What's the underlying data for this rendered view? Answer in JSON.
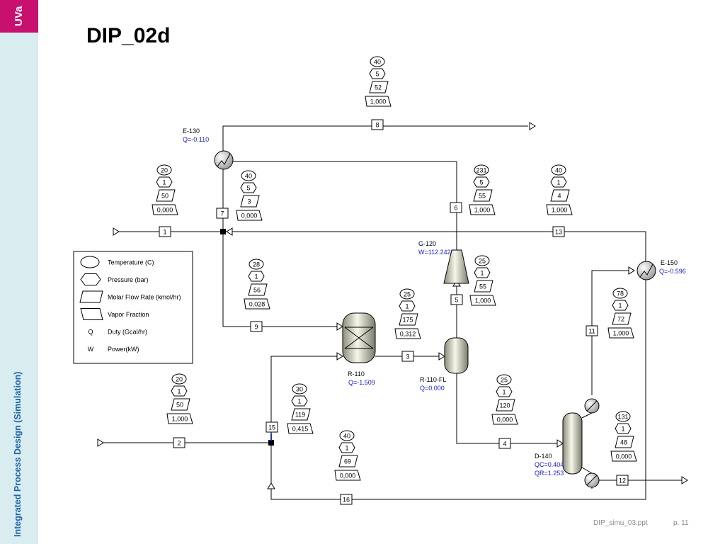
{
  "page": {
    "title": "DIP_02d",
    "sidebar_text": "Integrated Process Design (Simulation)",
    "logo": "UVa",
    "footer_file": "DIP_simu_03.ppt",
    "footer_page": "p. 11"
  },
  "legend": [
    {
      "symbol": "",
      "label": "Temperature (C)"
    },
    {
      "symbol": "",
      "label": "Pressure (bar)"
    },
    {
      "symbol": "",
      "label": "Molar Flow Rate (kmol/hr)"
    },
    {
      "symbol": "",
      "label": "Vapor Fraction"
    },
    {
      "symbol": "Q",
      "label": "Duty (Gcal/hr)"
    },
    {
      "symbol": "W",
      "label": "Power(kW)"
    }
  ],
  "units": [
    {
      "id": "E-130",
      "lines": [
        "Q=-0.110"
      ]
    },
    {
      "id": "G-120",
      "lines": [
        "W=112.242"
      ]
    },
    {
      "id": "R-110",
      "lines": [
        "Q=-1.509"
      ]
    },
    {
      "id": "R-110-FL",
      "lines": [
        "Q=0.000"
      ]
    },
    {
      "id": "E-150",
      "lines": [
        "Q=-0.596"
      ]
    },
    {
      "id": "D-140",
      "lines": [
        "QC=0.404",
        "QR=1.253"
      ]
    }
  ],
  "streams": [
    {
      "id": "1",
      "T": "20",
      "P": "1",
      "F": "50",
      "V": "0,000"
    },
    {
      "id": "2",
      "T": "20",
      "P": "1",
      "F": "50",
      "V": "1,000"
    },
    {
      "id": "3",
      "T": "25",
      "P": "1",
      "F": "175",
      "V": "0,312"
    },
    {
      "id": "4",
      "T": "25",
      "P": "1",
      "F": "120",
      "V": "0,000"
    },
    {
      "id": "5",
      "T": "25",
      "P": "1",
      "F": "55",
      "V": "1,000"
    },
    {
      "id": "6",
      "T": "231",
      "P": "5",
      "F": "55",
      "V": "1,000"
    },
    {
      "id": "7",
      "T": "40",
      "P": "5",
      "F": "3",
      "V": "0,000"
    },
    {
      "id": "8",
      "T": "40",
      "P": "5",
      "F": "52",
      "V": "1,000"
    },
    {
      "id": "9",
      "T": "28",
      "P": "1",
      "F": "56",
      "V": "0,028"
    },
    {
      "id": "11",
      "T": "78",
      "P": "1",
      "F": "72",
      "V": "1,000"
    },
    {
      "id": "12",
      "T": "131",
      "P": "1",
      "F": "48",
      "V": "0,000"
    },
    {
      "id": "13",
      "T": "40",
      "P": "1",
      "F": "4",
      "V": "1,000"
    },
    {
      "id": "15",
      "T": "30",
      "P": "1",
      "F": "119",
      "V": "0,415"
    },
    {
      "id": "16",
      "T": "40",
      "P": "1",
      "F": "69",
      "V": "0,000"
    }
  ],
  "colors": {
    "duty_text": "#1a1acc",
    "line": "#000000",
    "logo_bg": "#c8106e",
    "sidebar_bg": "#d9ecf0",
    "sidebar_text": "#1e64a8"
  }
}
